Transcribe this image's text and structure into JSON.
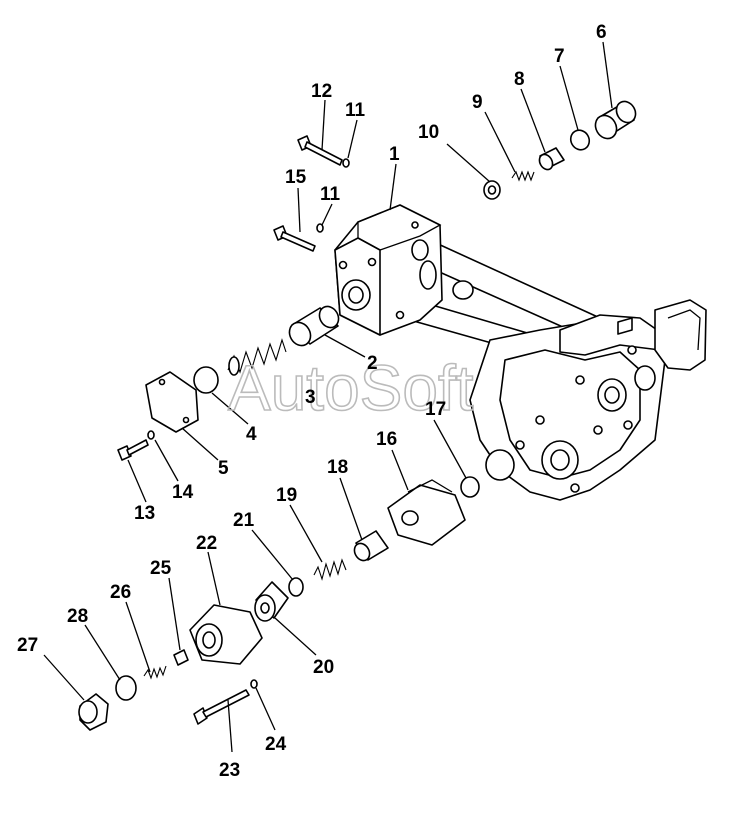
{
  "diagram": {
    "watermark": "AutoSoft",
    "callouts": [
      {
        "id": "c1",
        "label": "1"
      },
      {
        "id": "c2",
        "label": "2"
      },
      {
        "id": "c3",
        "label": "3"
      },
      {
        "id": "c4",
        "label": "4"
      },
      {
        "id": "c5",
        "label": "5"
      },
      {
        "id": "c6",
        "label": "6"
      },
      {
        "id": "c7",
        "label": "7"
      },
      {
        "id": "c8",
        "label": "8"
      },
      {
        "id": "c9",
        "label": "9"
      },
      {
        "id": "c10",
        "label": "10"
      },
      {
        "id": "c11a",
        "label": "11"
      },
      {
        "id": "c11b",
        "label": "11"
      },
      {
        "id": "c12",
        "label": "12"
      },
      {
        "id": "c13",
        "label": "13"
      },
      {
        "id": "c14",
        "label": "14"
      },
      {
        "id": "c15",
        "label": "15"
      },
      {
        "id": "c16",
        "label": "16"
      },
      {
        "id": "c17",
        "label": "17"
      },
      {
        "id": "c18",
        "label": "18"
      },
      {
        "id": "c19",
        "label": "19"
      },
      {
        "id": "c20",
        "label": "20"
      },
      {
        "id": "c21",
        "label": "21"
      },
      {
        "id": "c22",
        "label": "22"
      },
      {
        "id": "c23",
        "label": "23"
      },
      {
        "id": "c24",
        "label": "24"
      },
      {
        "id": "c25",
        "label": "25"
      },
      {
        "id": "c26",
        "label": "26"
      },
      {
        "id": "c27",
        "label": "27"
      },
      {
        "id": "c28",
        "label": "28"
      }
    ]
  }
}
